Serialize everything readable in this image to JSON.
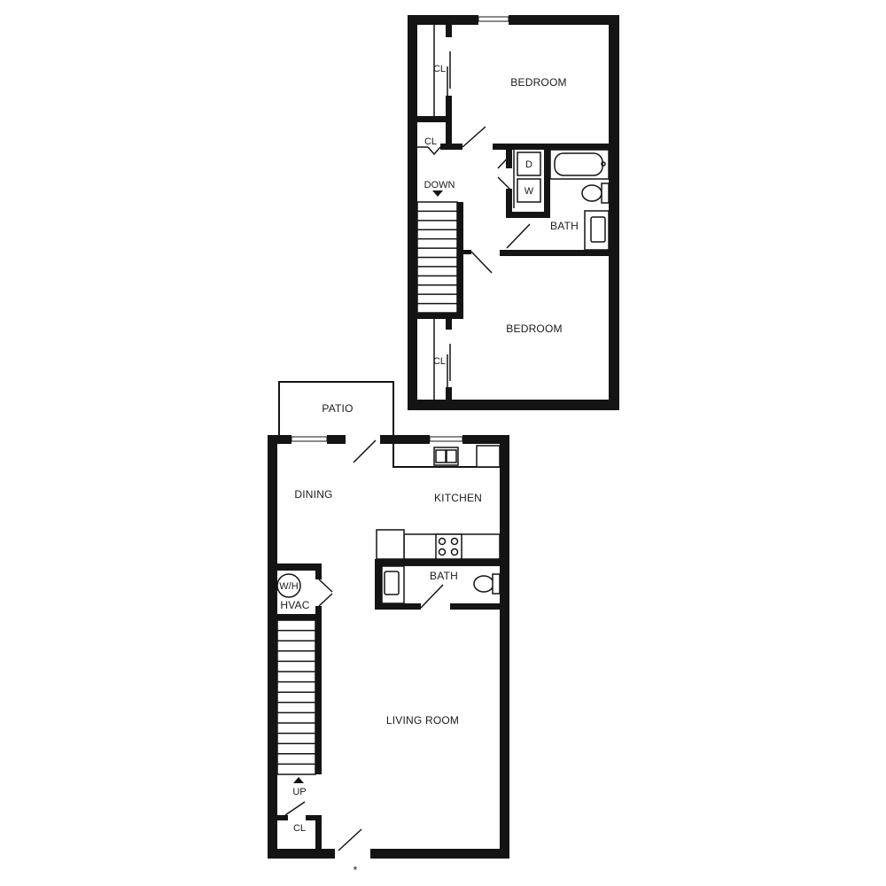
{
  "colors": {
    "wall": "#141414",
    "background": "#ffffff",
    "text": "#1a1a1a"
  },
  "upper_floor": {
    "bedroom_1": "BEDROOM",
    "bedroom_2": "BEDROOM",
    "bath": "BATH",
    "closet_1": "CL",
    "closet_2": "CL",
    "closet_3": "CL",
    "dryer": "D",
    "washer": "W",
    "stairs_label": "DOWN"
  },
  "lower_floor": {
    "patio": "PATIO",
    "dining": "DINING",
    "kitchen": "KITCHEN",
    "bath": "BATH",
    "water_heater": "W/H",
    "hvac": "HVAC",
    "living_room": "LIVING ROOM",
    "stairs_label": "UP",
    "closet": "CL",
    "entry_marker": "*"
  }
}
